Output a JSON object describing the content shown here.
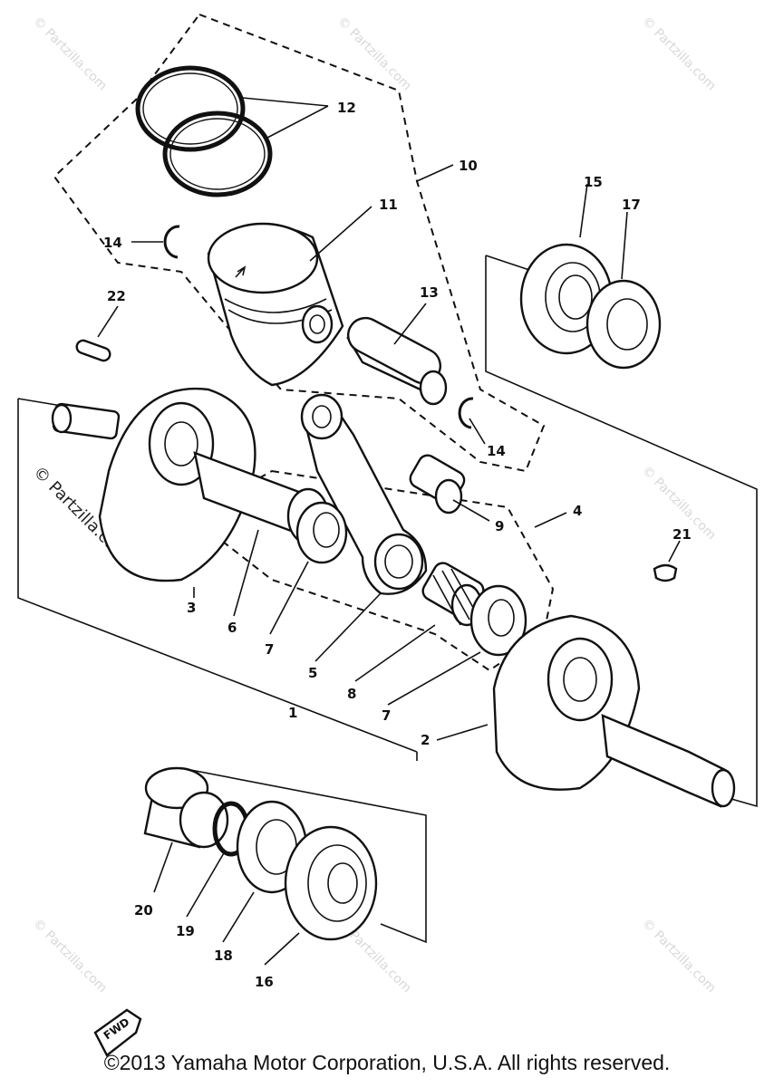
{
  "watermark": {
    "text": "© Partzilla.com"
  },
  "callouts": {
    "c1": "1",
    "c2": "2",
    "c3": "3",
    "c4": "4",
    "c5": "5",
    "c6": "6",
    "c7a": "7",
    "c7b": "7",
    "c8": "8",
    "c9": "9",
    "c10": "10",
    "c11": "11",
    "c12": "12",
    "c13": "13",
    "c14a": "14",
    "c14b": "14",
    "c15": "15",
    "c16": "16",
    "c17": "17",
    "c18": "18",
    "c19": "19",
    "c20": "20",
    "c21": "21",
    "c22": "22"
  },
  "fwd_label": "FWD",
  "copyright": "©2013 Yamaha Motor Corporation, U.S.A. All rights reserved."
}
